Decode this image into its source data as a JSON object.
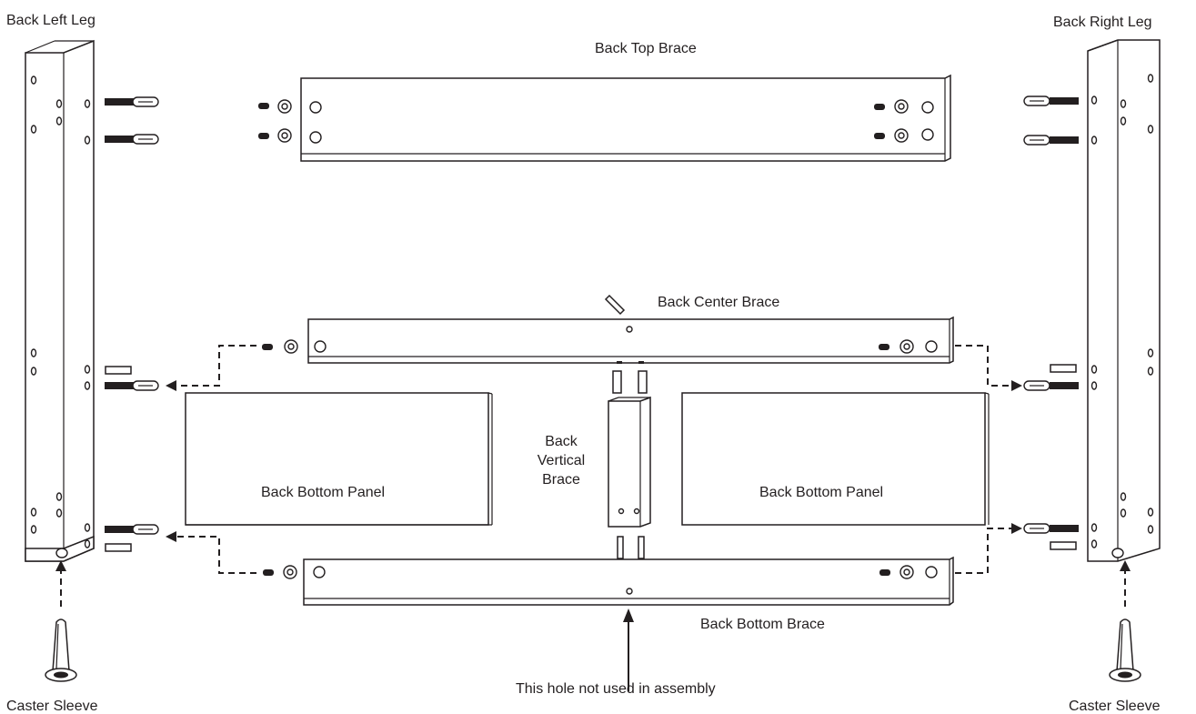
{
  "labels": {
    "back_left_leg": "Back Left Leg",
    "back_right_leg": "Back Right Leg",
    "back_top_brace": "Back Top Brace",
    "back_center_brace": "Back Center Brace",
    "back_vertical_brace_line1": "Back",
    "back_vertical_brace_line2": "Vertical",
    "back_vertical_brace_line3": "Brace",
    "back_bottom_panel_left": "Back Bottom Panel",
    "back_bottom_panel_right": "Back Bottom Panel",
    "back_bottom_brace": "Back Bottom Brace",
    "hole_note": "This hole not used in assembly",
    "caster_sleeve_left": "Caster Sleeve",
    "caster_sleeve_right": "Caster Sleeve"
  },
  "colors": {
    "ink": "#231f20",
    "background": "#ffffff"
  }
}
